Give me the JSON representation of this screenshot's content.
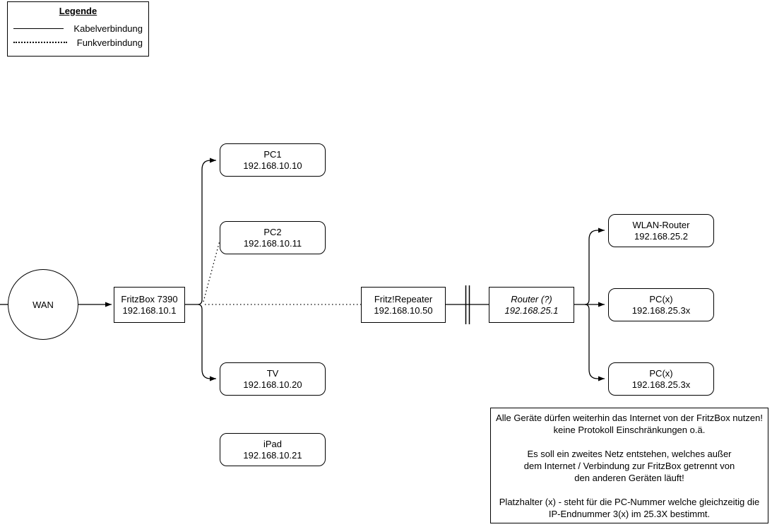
{
  "legend": {
    "title": "Legende",
    "items": [
      {
        "style": "solid",
        "label": "Kabelverbindung"
      },
      {
        "style": "dotted",
        "label": "Funkverbindung"
      }
    ]
  },
  "nodes": {
    "wan": {
      "label": "WAN"
    },
    "fritzbox": {
      "label": "FritzBox 7390",
      "ip": "192.168.10.1"
    },
    "pc1": {
      "label": "PC1",
      "ip": "192.168.10.10"
    },
    "pc2": {
      "label": "PC2",
      "ip": "192.168.10.11"
    },
    "tv": {
      "label": "TV",
      "ip": "192.168.10.20"
    },
    "ipad": {
      "label": "iPad",
      "ip": "192.168.10.21"
    },
    "repeater": {
      "label": "Fritz!Repeater",
      "ip": "192.168.10.50"
    },
    "router": {
      "label": "Router (?)",
      "ip": "192.168.25.1"
    },
    "wlan_router": {
      "label": "WLAN-Router",
      "ip": "192.168.25.2"
    },
    "pcx_mid": {
      "label": "PC(x)",
      "ip": "192.168.25.3x"
    },
    "pcx_bot": {
      "label": "PC(x)",
      "ip": "192.168.25.3x"
    }
  },
  "note": {
    "lines": [
      "Alle Geräte dürfen weiterhin das Internet von der FritzBox nutzen!",
      "keine Protokoll Einschränkungen o.ä.",
      "",
      "Es soll ein zweites Netz entstehen, welches außer",
      "dem Internet / Verbindung zur FritzBox getrennt von",
      "den anderen Geräten läuft!",
      "",
      "Platzhalter (x) - steht für die PC-Nummer welche gleichzeitig die",
      "IP-Endnummer 3(x) im 25.3X bestimmt."
    ]
  },
  "colors": {
    "line": "#000000",
    "background": "#ffffff"
  }
}
